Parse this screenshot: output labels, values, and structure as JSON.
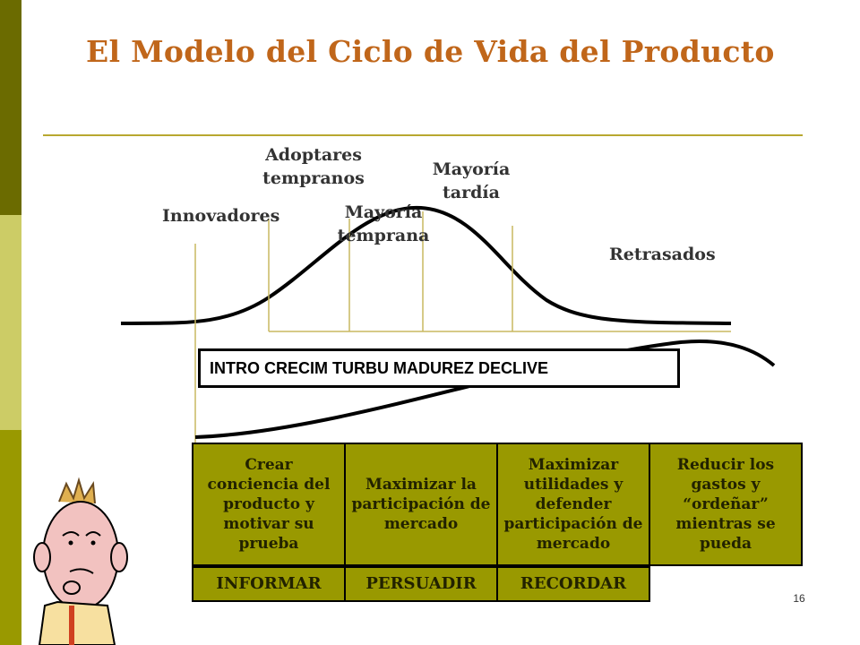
{
  "slide": {
    "title": "El Modelo del Ciclo de Vida del Producto",
    "page_number": "16"
  },
  "adopter_labels": {
    "innovators": "Innovadores",
    "early_adopters_line1": "Adoptares",
    "early_adopters_line2": "tempranos",
    "early_majority_line1": "Mayoría",
    "early_majority_line2": "temprana",
    "late_majority_line1": "Mayoría",
    "late_majority_line2": "tardía",
    "laggards": "Retrasados"
  },
  "stages_text": "INTRO CRECIM TURBU MADUREZ DECLIVE",
  "objectives": [
    "Crear conciencia del producto y motivar su prueba",
    "Maximizar la participación de mercado",
    "Maximizar utilidades y defender participación de mercado",
    "Reducir los gastos y “ordeñar” mientras se pueda"
  ],
  "actions": [
    "INFORMAR",
    "PERSUADIR",
    "RECORDAR"
  ],
  "colors": {
    "title": "#c0661a",
    "rule": "#b8a830",
    "box_fill": "#999900",
    "strip_dark": "#6b6b00",
    "strip_light": "#cccc66",
    "strip_mid": "#999900"
  },
  "illustration": "thinking-boy-cartoon"
}
